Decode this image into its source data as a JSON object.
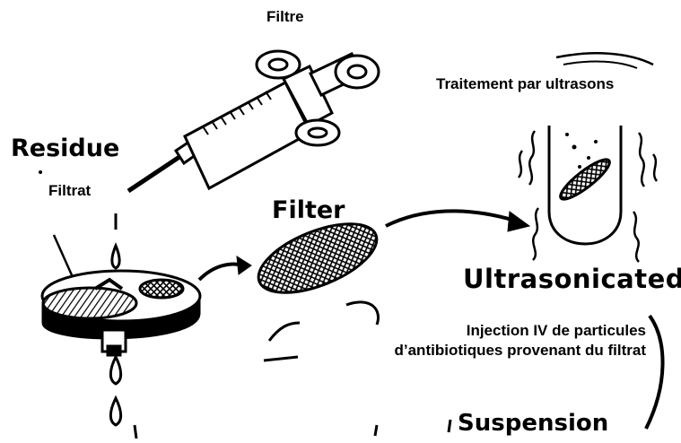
{
  "labels": {
    "filtre": "Filtre",
    "traitement": "Traitement par ultrasons",
    "residue": "Residue",
    "filtrat": "Filtrat",
    "filter": "Filter",
    "ultrasonicated": "Ultrasonicated",
    "injection": "Injection IV de particules d’antibiotiques provenant du filtrat",
    "suspension": "Suspension"
  },
  "colors": {
    "ink": "#000000",
    "background": "#ffffff"
  }
}
